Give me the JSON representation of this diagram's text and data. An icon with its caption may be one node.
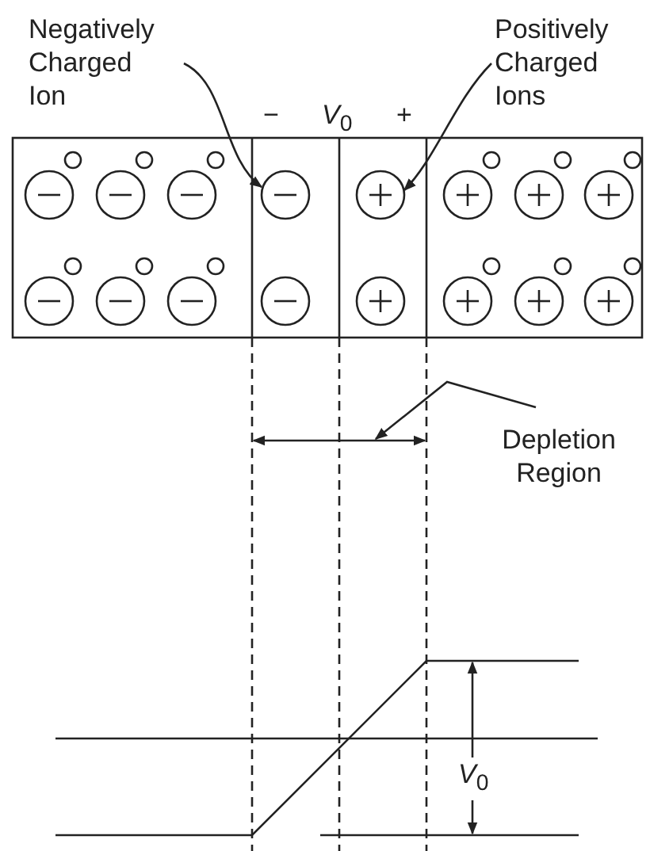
{
  "diagram": {
    "nodes": [
      {
        "text": [
          "Negatively Charged Ion"
        ]
      },
      {
        "text": [],
        "shape": "circle"
      },
      {
        "text": [
          "Positively Charged Ions"
        ]
      },
      {
        "text": [],
        "shape": "circle"
      },
      {
        "text": [
          "Depletion Region"
        ]
      }
    ],
    "edges": [
      {
        "from": 0,
        "to": 1,
        "arrow": "to"
      },
      {
        "from": 2,
        "to": 3,
        "arrow": "to"
      },
      {
        "from": 4,
        "to": null,
        "arrow": "to"
      }
    ],
    "labels": [
      "−",
      "*V*$_{0}$",
      "+",
      "*V*$_{0}$"
    ]
  }
}
